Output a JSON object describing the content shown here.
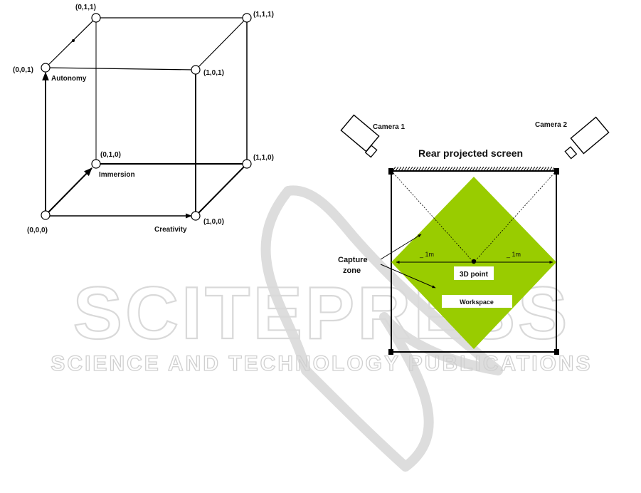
{
  "watermark": {
    "main": "SCITEPRESS",
    "sub": "SCIENCE AND TECHNOLOGY PUBLICATIONS"
  },
  "cube": {
    "vertices": {
      "v000": "(0,0,0)",
      "v100": "(1,0,0)",
      "v010": "(0,1,0)",
      "v110": "(1,1,0)",
      "v001": "(0,0,1)",
      "v101": "(1,0,1)",
      "v011": "(0,1,1)",
      "v111": "(1,1,1)"
    },
    "axes": {
      "autonomy": "Autonomy",
      "immersion": "Immersion",
      "creativity": "Creativity"
    }
  },
  "setup": {
    "camera1": "Camera 1",
    "camera2": "Camera 2",
    "screen": "Rear projected screen",
    "capture_zone_line1": "Capture",
    "capture_zone_line2": "zone",
    "dist_left": "_ 1m",
    "dist_right": "_ 1m",
    "point": "3D point",
    "workspace": "Workspace",
    "zone_color": "#99cc00"
  }
}
